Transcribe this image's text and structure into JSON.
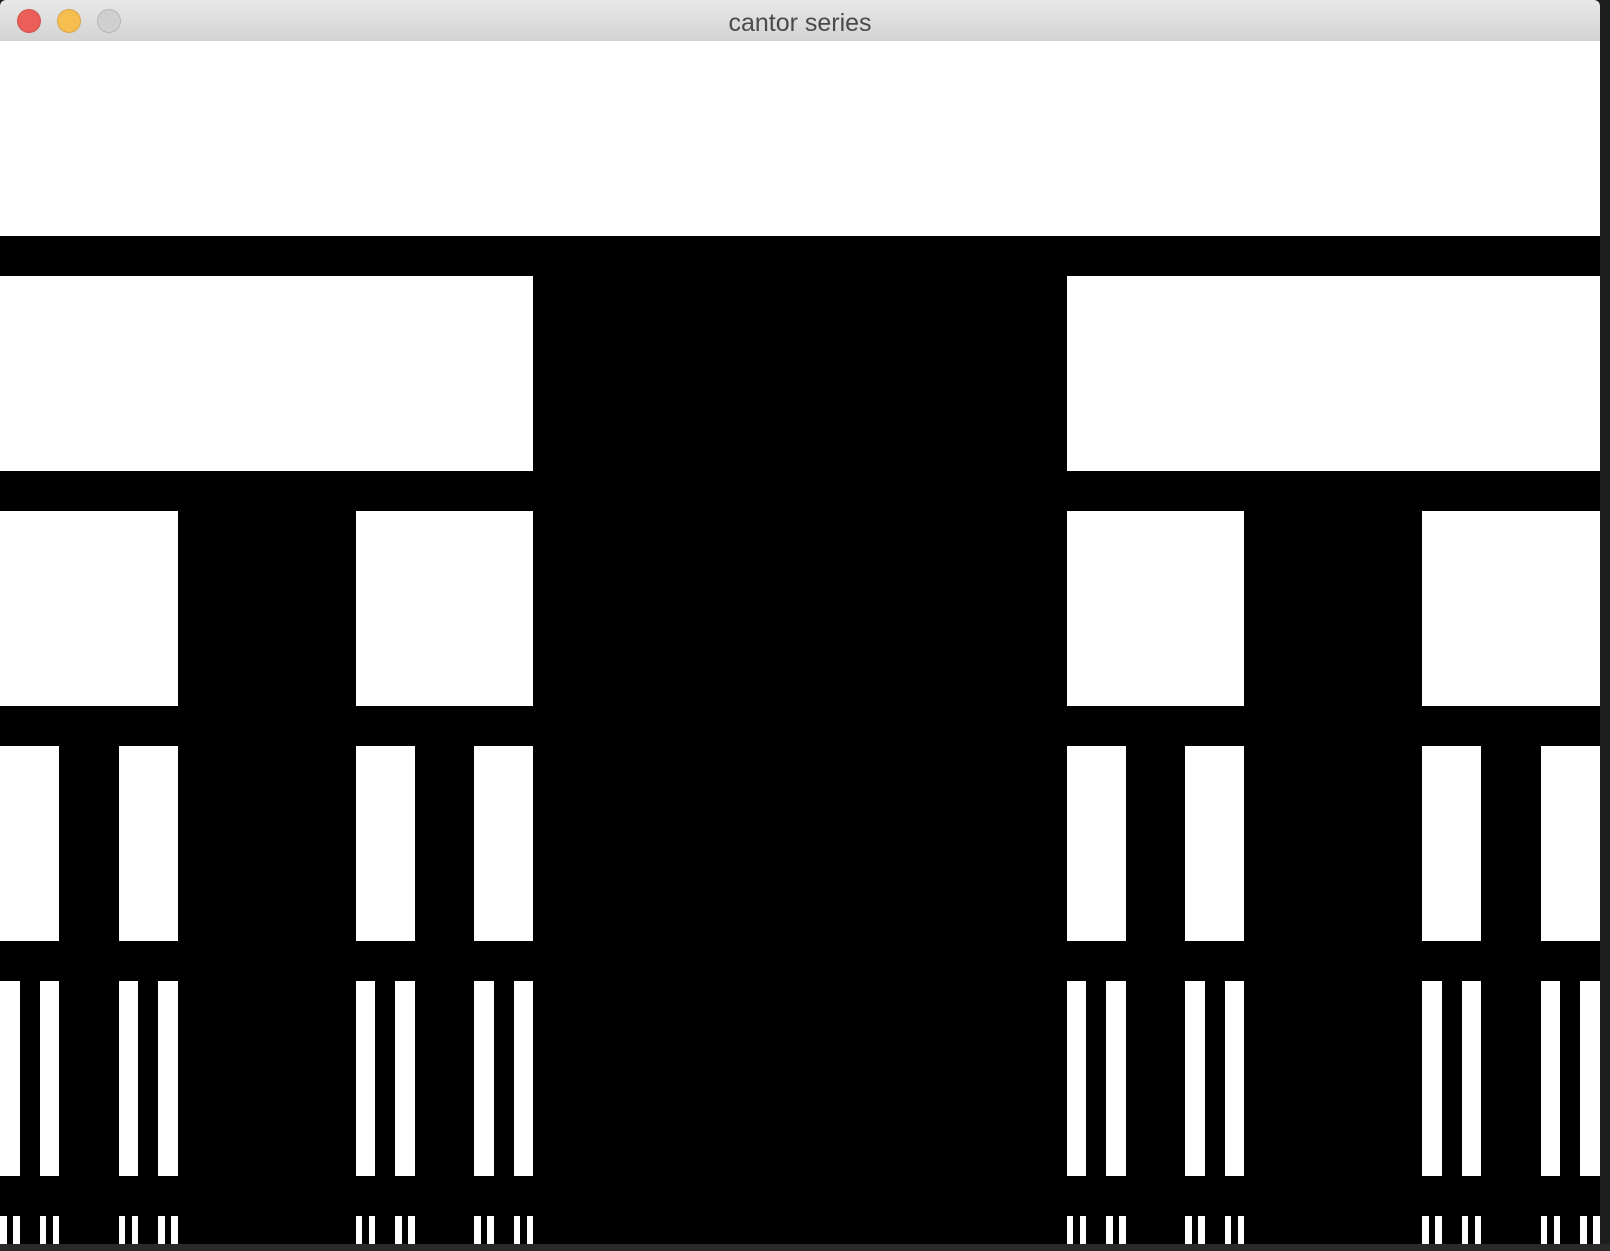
{
  "window": {
    "title": "cantor series",
    "controls": [
      {
        "name": "close",
        "color": "#ec5f58"
      },
      {
        "name": "minimize",
        "color": "#f5be4f"
      },
      {
        "name": "zoom",
        "color": "#cfcfcf"
      }
    ]
  },
  "cantor": {
    "background_color": "#000000",
    "fill_color": "#ffffff",
    "levels": 7
  }
}
